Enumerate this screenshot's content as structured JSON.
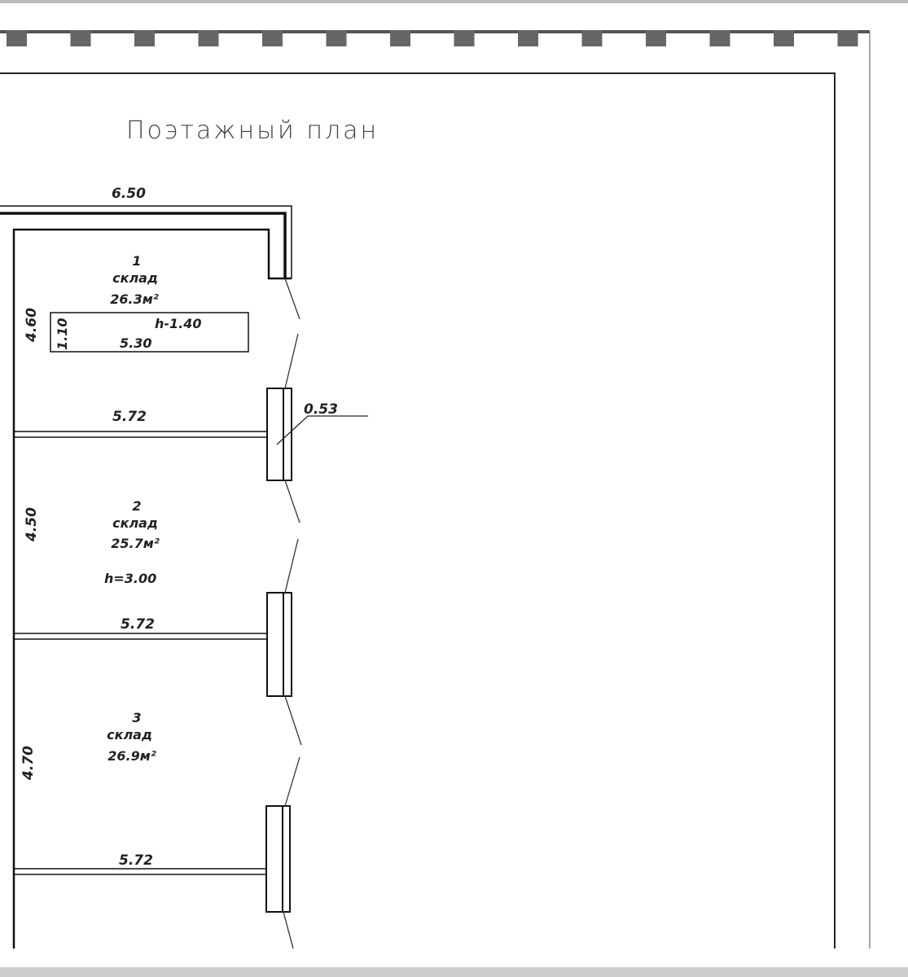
{
  "title": "Поэтажный план",
  "outer_width": "6.50",
  "rooms": [
    {
      "number": "1",
      "name": "склад",
      "area": "26.3м²",
      "length": "4.60",
      "width": "5.72"
    },
    {
      "number": "2",
      "name": "склад",
      "area": "25.7м²",
      "length": "4.50",
      "width": "5.72",
      "height": "h=3.00"
    },
    {
      "number": "3",
      "name": "склад",
      "area": "26.9м²",
      "length": "4.70",
      "width": "5.72"
    }
  ],
  "pit": {
    "height": "h-1.40",
    "length": "5.30",
    "width": "1.10"
  },
  "wall_thickness": "0.53"
}
